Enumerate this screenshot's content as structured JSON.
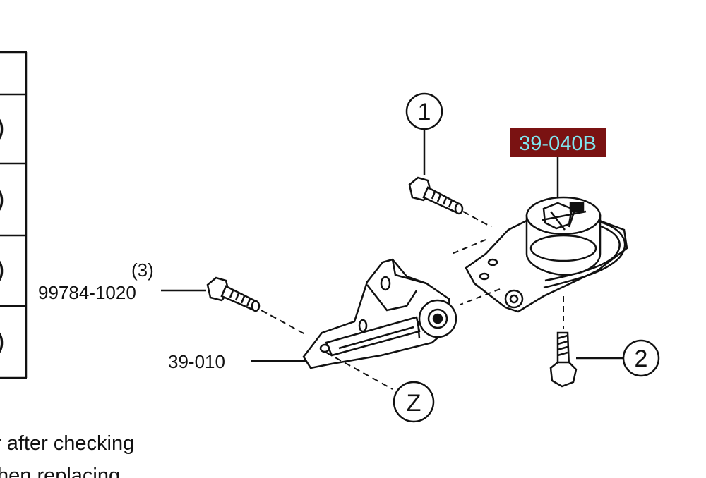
{
  "table": {
    "row_glyph": ")"
  },
  "callouts": {
    "c1": "1",
    "c2": "2",
    "cz": "Z"
  },
  "parts": {
    "highlighted": "39-040B",
    "bracket": "39-010",
    "bolt_qty": "(3)",
    "bolt": "99784-1020"
  },
  "notes": {
    "line1": "r after checking",
    "line2": "hen replacing"
  },
  "colors": {
    "highlight_bg": "#7a1212",
    "highlight_text": "#7fe8f2",
    "ink": "#111111"
  }
}
